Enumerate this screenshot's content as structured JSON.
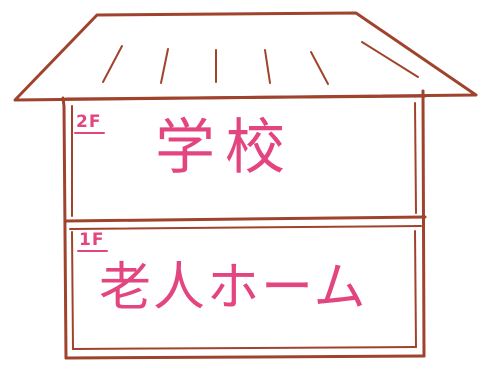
{
  "floors": {
    "upper": {
      "tag": "2F",
      "name": "学校"
    },
    "lower": {
      "tag": "1F",
      "name": "老人ホーム"
    }
  },
  "colors": {
    "outline": "#a0432d",
    "text": "#e2457f"
  }
}
